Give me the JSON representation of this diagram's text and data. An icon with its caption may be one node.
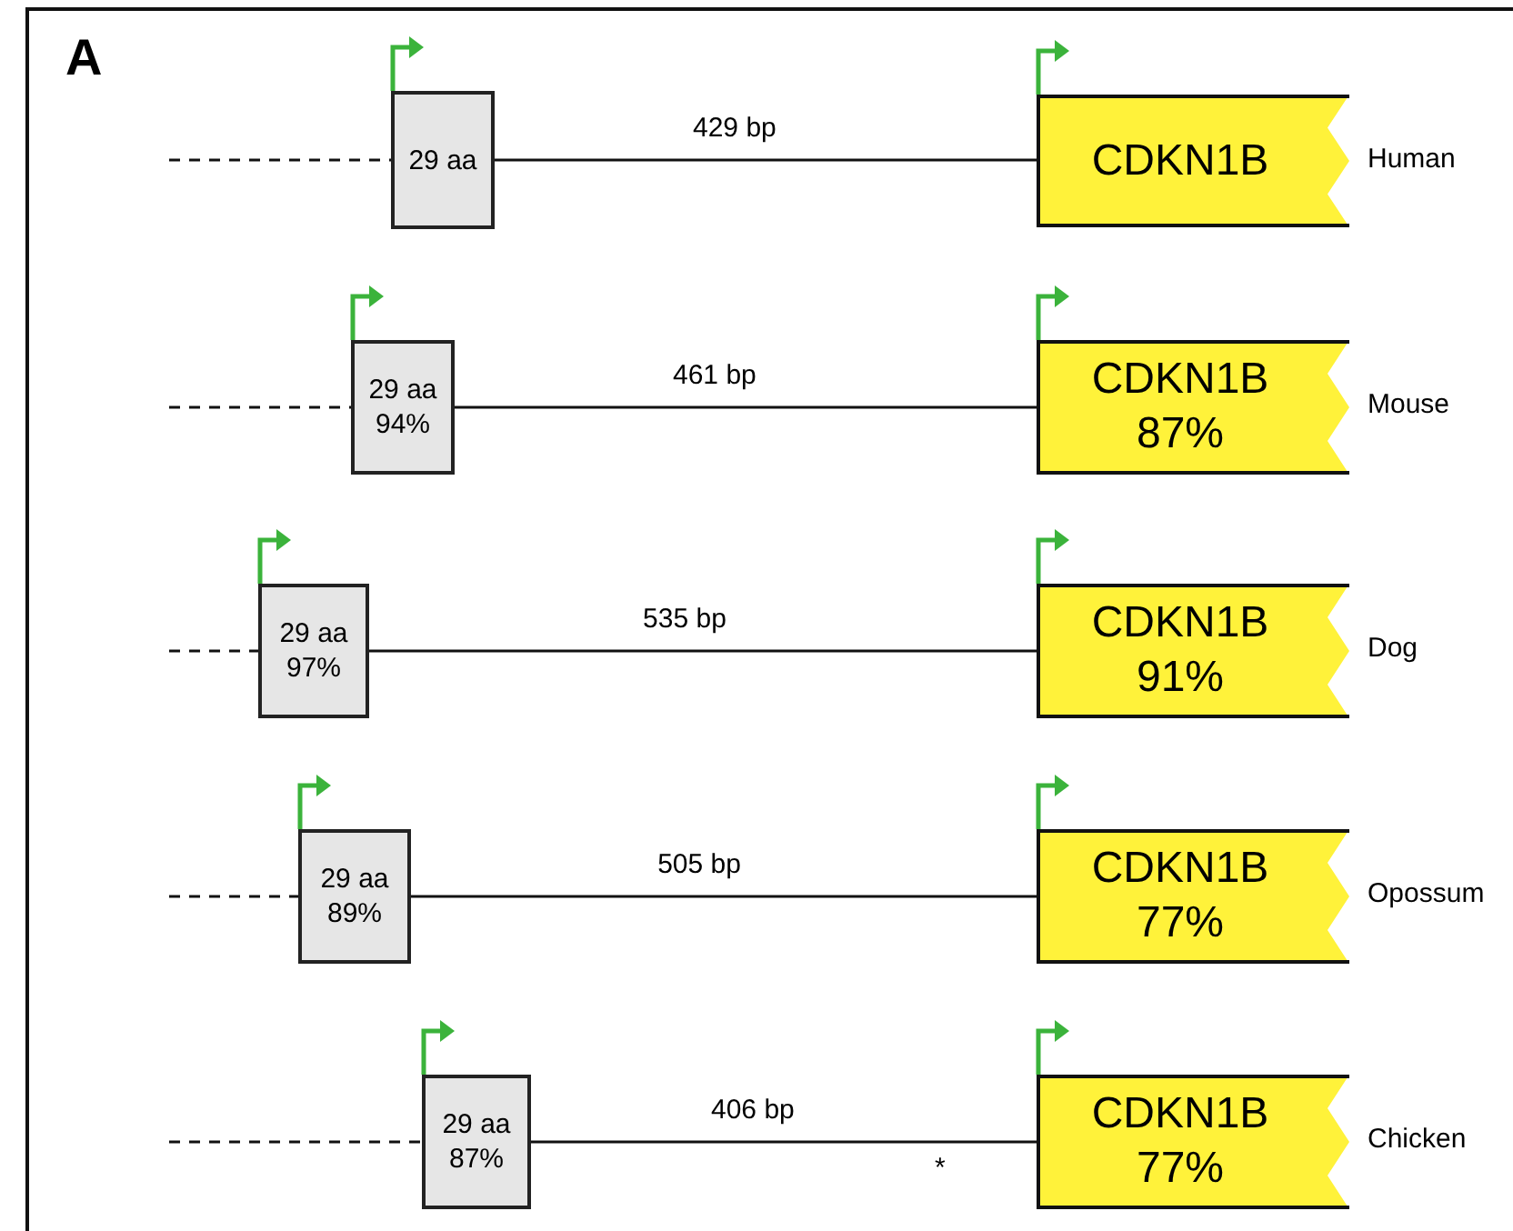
{
  "diagram": {
    "nodes": [
      {
        "text": [
          "29 aa"
        ]
      },
      {
        "text": [
          "CDKN1B"
        ],
        "beside": [
          "Human"
        ]
      },
      {
        "text": [
          "29 aa",
          "94%"
        ]
      },
      {
        "text": [
          "CDKN1B",
          "87%"
        ],
        "beside": [
          "Mouse"
        ]
      },
      {
        "text": [
          "29 aa",
          "97%"
        ]
      },
      {
        "text": [
          "CDKN1B",
          "91%"
        ],
        "beside": [
          "Dog"
        ]
      },
      {
        "text": [
          "29 aa",
          "89%"
        ]
      },
      {
        "text": [
          "CDKN1B",
          "77%"
        ],
        "beside": [
          "Opossum"
        ]
      },
      {
        "text": [
          "29 aa",
          "87%"
        ]
      },
      {
        "text": [
          "CDKN1B",
          "77%"
        ],
        "beside": [
          "Chicken"
        ]
      }
    ],
    "edges": [
      {
        "from": null,
        "to": 0,
        "arrow": "none",
        "style": "dashed"
      },
      {
        "from": 0,
        "to": 1,
        "arrow": "none",
        "label": "429 bp"
      },
      {
        "from": null,
        "to": 2,
        "arrow": "none",
        "style": "dashed"
      },
      {
        "from": 2,
        "to": 3,
        "arrow": "none",
        "label": "461 bp"
      },
      {
        "from": null,
        "to": 4,
        "arrow": "none",
        "style": "dashed"
      },
      {
        "from": 4,
        "to": 5,
        "arrow": "none",
        "label": "535 bp"
      },
      {
        "from": null,
        "to": 6,
        "arrow": "none",
        "style": "dashed"
      },
      {
        "from": 6,
        "to": 7,
        "arrow": "none",
        "label": "505 bp"
      },
      {
        "from": null,
        "to": 8,
        "arrow": "none",
        "style": "dashed"
      },
      {
        "from": 8,
        "to": 9,
        "arrow": "none",
        "label": "406 bp"
      }
    ],
    "labels": [
      "A",
      "*"
    ]
  }
}
